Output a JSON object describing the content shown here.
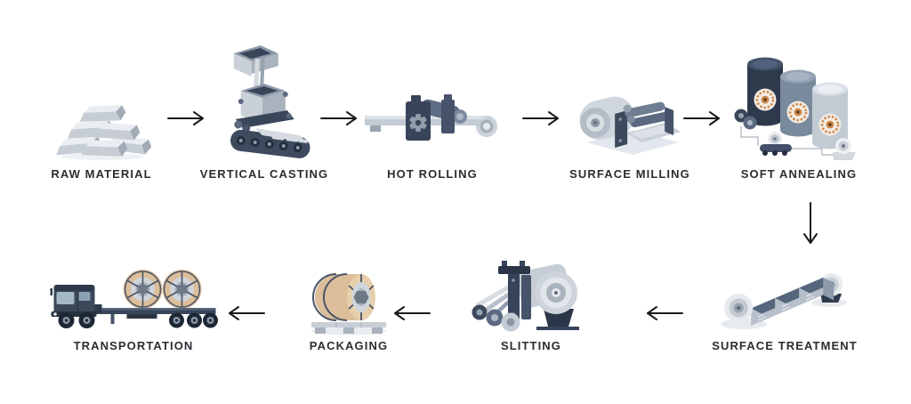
{
  "diagram": {
    "background": "#ffffff",
    "rows": [
      {
        "flow_direction": "right",
        "steps": [
          {
            "label": "RAW MATERIAL",
            "icon": "raw-material-icon"
          },
          {
            "label": "VERTICAL CASTING",
            "icon": "vertical-casting-icon"
          },
          {
            "label": "HOT ROLLING",
            "icon": "hot-rolling-icon"
          },
          {
            "label": "SURFACE MILLING",
            "icon": "surface-milling-icon"
          },
          {
            "label": "SOFT ANNEALING",
            "icon": "soft-annealing-icon"
          }
        ]
      },
      {
        "flow_direction": "left",
        "steps": [
          {
            "label": "TRANSPORTATION",
            "icon": "transportation-icon"
          },
          {
            "label": "PACKAGING",
            "icon": "packaging-icon"
          },
          {
            "label": "SLITTING",
            "icon": "slitting-icon"
          },
          {
            "label": "SURFACE TREATMENT",
            "icon": "surface-treatment-icon"
          }
        ]
      }
    ],
    "row_connector": {
      "icon": "arrow-down-icon",
      "from_step": "SOFT ANNEALING",
      "to_step": "SURFACE TREATMENT"
    },
    "arrow_color": "#1a1a1a",
    "label_color": "#2c2d33",
    "palette": {
      "dark_steel": "#2f3b4d",
      "mid_steel": "#5b6a80",
      "light_steel": "#c6cdd5",
      "pale_steel": "#e8ebee",
      "kraft_paper": "#dcbe9b",
      "copper": "#cf8749"
    }
  }
}
